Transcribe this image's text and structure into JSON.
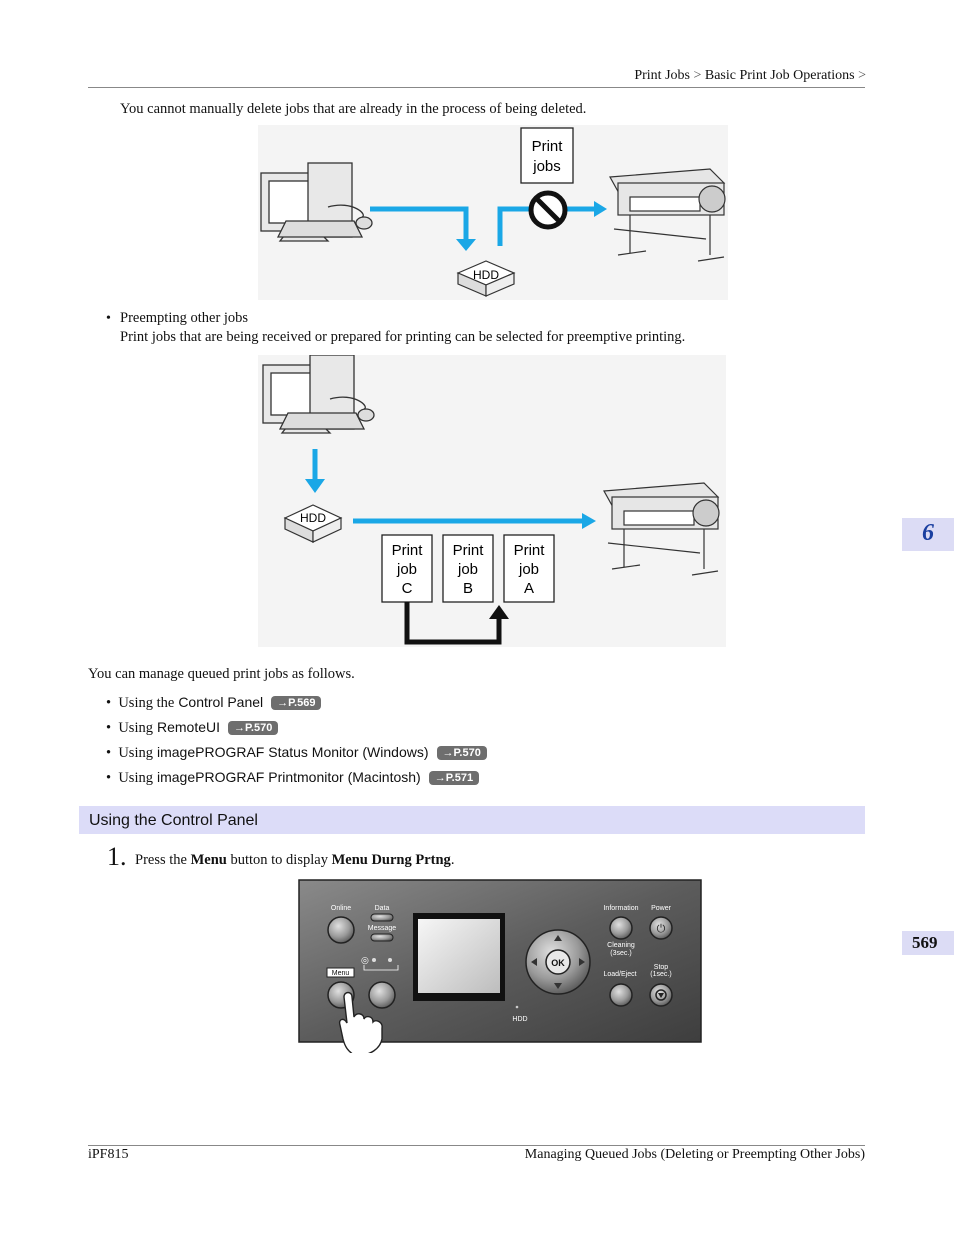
{
  "header": {
    "breadcrumb_1": "Print Jobs",
    "breadcrumb_sep_1": ">",
    "breadcrumb_2": "Basic Print Job Operations",
    "breadcrumb_sep_2": ">"
  },
  "intro_text": "You cannot manually delete jobs that are already in the process of being deleted.",
  "diagram1": {
    "print_jobs_label_1": "Print",
    "print_jobs_label_2": "jobs",
    "hdd_label": "HDD"
  },
  "preempt": {
    "bullet_title": "Preempting other jobs",
    "bullet_body": "Print jobs that are being received or prepared for printing can be selected for preemptive printing."
  },
  "diagram2": {
    "hdd_label": "HDD",
    "jobs": [
      {
        "l1": "Print",
        "l2": "job",
        "l3": "C"
      },
      {
        "l1": "Print",
        "l2": "job",
        "l3": "B"
      },
      {
        "l1": "Print",
        "l2": "job",
        "l3": "A"
      }
    ]
  },
  "manage_text": "You can manage queued print jobs as follows.",
  "manage_items": [
    {
      "prefix": "Using the",
      "name": "Control Panel",
      "ref": "→P.569"
    },
    {
      "prefix": "Using",
      "name": "RemoteUI",
      "ref": "→P.570"
    },
    {
      "prefix": "Using",
      "name": "imagePROGRAF Status Monitor (Windows)",
      "ref": "→P.570"
    },
    {
      "prefix": "Using",
      "name": "imagePROGRAF Printmonitor (Macintosh)",
      "ref": "→P.571"
    }
  ],
  "section": {
    "title": "Using the Control Panel"
  },
  "step1": {
    "number": "1.",
    "text_1": "Press the",
    "bold_1": "Menu",
    "text_2": "button to display",
    "bold_2": "Menu Durng Prtng",
    "text_3": "."
  },
  "panel": {
    "online": "Online",
    "data": "Data",
    "message": "Message",
    "menu": "Menu",
    "information": "Information",
    "power": "Power",
    "cleaning_1": "Cleaning",
    "cleaning_2": "(3sec.)",
    "load_eject": "Load/Eject",
    "stop_1": "Stop",
    "stop_2": "(1sec.)",
    "ok": "OK",
    "hdd": "HDD"
  },
  "side_tabs": {
    "chapter": "6",
    "page": "569"
  },
  "footer": {
    "model": "iPF815",
    "title": "Managing Queued Jobs (Deleting or Preempting Other Jobs)"
  },
  "colors": {
    "arrow_blue": "#1aa7e6",
    "tab_bg": "#dcdcf5",
    "section_bg": "#dcdcf8",
    "panel_bg": "#5a5a5a"
  }
}
